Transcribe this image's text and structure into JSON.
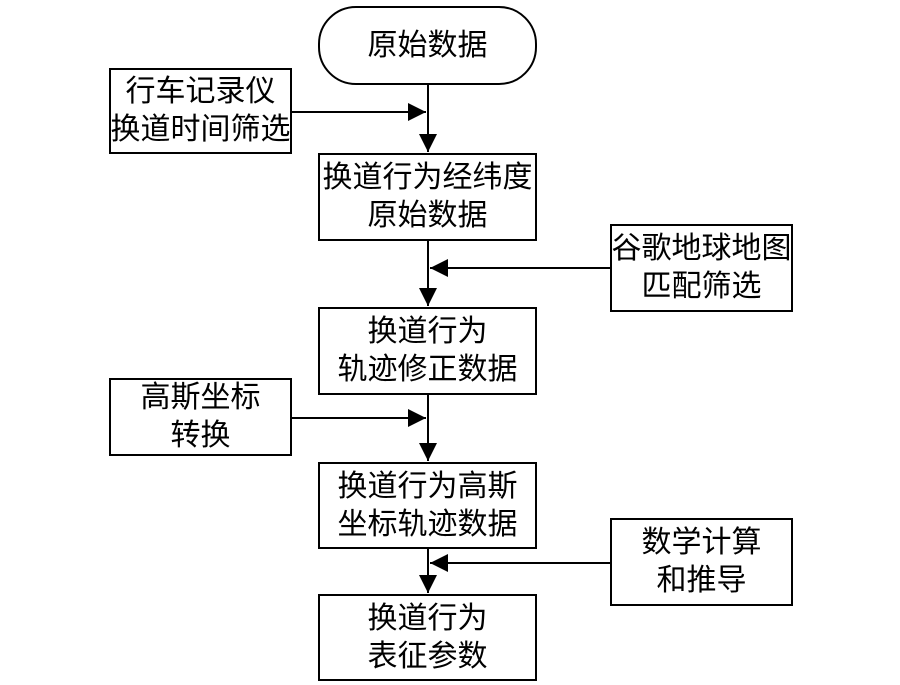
{
  "diagram": {
    "start": {
      "lines": [
        "原始数据"
      ]
    },
    "main_steps": [
      {
        "lines": [
          "换道行为经纬度",
          "原始数据"
        ]
      },
      {
        "lines": [
          "换道行为",
          "轨迹修正数据"
        ]
      },
      {
        "lines": [
          "换道行为高斯",
          "坐标轨迹数据"
        ]
      },
      {
        "lines": [
          "换道行为",
          "表征参数"
        ]
      }
    ],
    "side_inputs": [
      {
        "lines": [
          "行车记录仪",
          "换道时间筛选"
        ]
      },
      {
        "lines": [
          "谷歌地球地图",
          "匹配筛选"
        ]
      },
      {
        "lines": [
          "高斯坐标",
          "转换"
        ]
      },
      {
        "lines": [
          "数学计算",
          "和推导"
        ]
      }
    ],
    "colors": {
      "line": "#000000",
      "background": "#ffffff"
    }
  }
}
